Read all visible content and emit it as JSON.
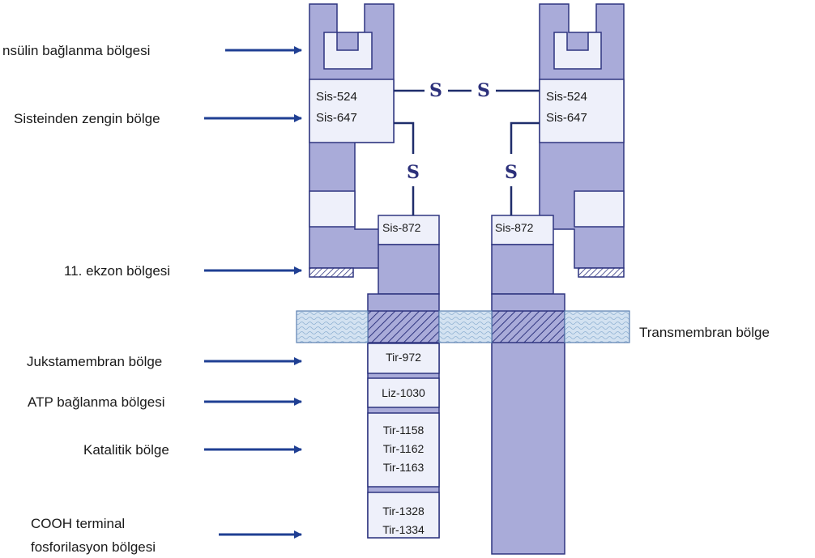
{
  "left_labels": {
    "insulin": "nsülin bağlanma bölgesi",
    "cys_rich": "Sisteinden zengin bölge",
    "exon11": "11. ekzon bölgesi",
    "juxta": "Jukstamembran bölge",
    "atp": "ATP bağlanma bölgesi",
    "catalytic": "Katalitik bölge",
    "cooh_line1": "COOH terminal",
    "cooh_line2": "fosforilasyon bölgesi"
  },
  "right_labels": {
    "transmembrane": "Transmembran bölge"
  },
  "residues": {
    "sis524": "Sis-524",
    "sis647": "Sis-647",
    "sis872": "Sis-872",
    "tir972": "Tir-972",
    "liz1030": "Liz-1030",
    "tir1158": "Tir-1158",
    "tir1162": "Tir-1162",
    "tir1163": "Tir-1163",
    "tir1328": "Tir-1328",
    "tir1334": "Tir-1334"
  },
  "disulfide_symbol": "S",
  "colors": {
    "protein_fill": "#a9abd9",
    "protein_stroke": "#2f3580",
    "light_box": "#eef0fa",
    "membrane_fill": "#d3e2f1",
    "arrow": "#1f3f93",
    "bond_line": "#1f2d6b"
  }
}
